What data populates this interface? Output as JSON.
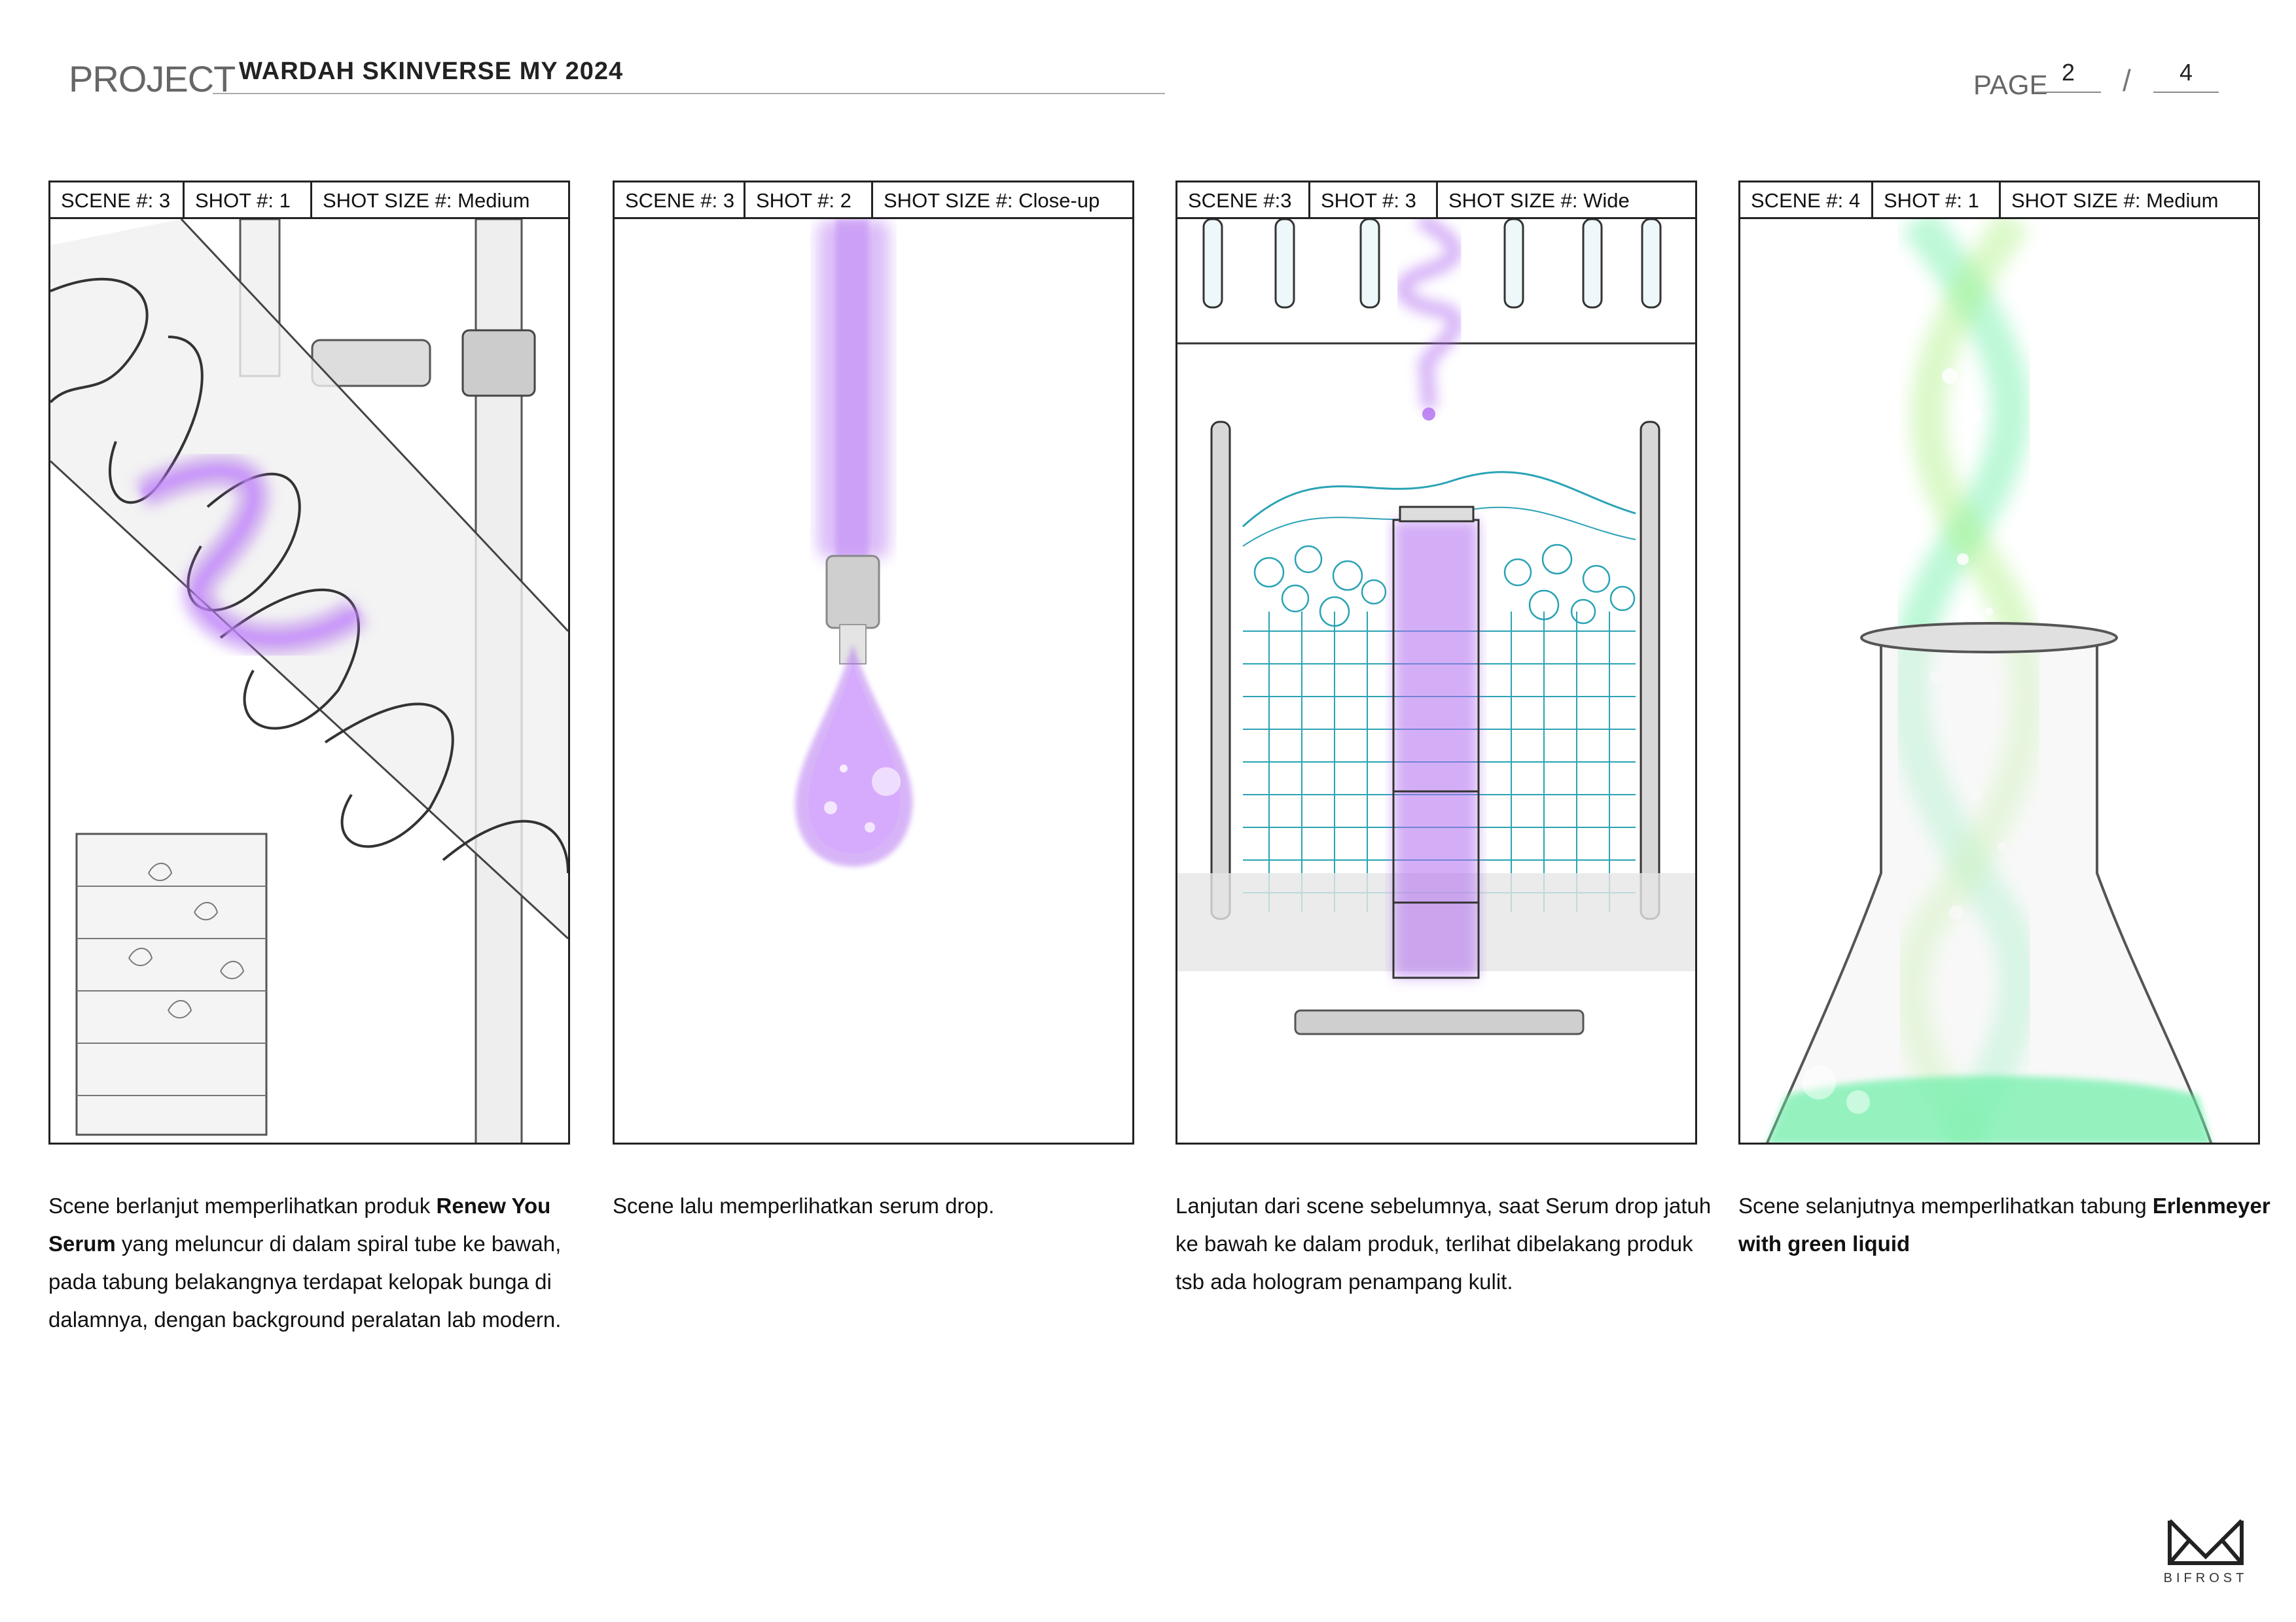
{
  "header": {
    "project_label": "PROJECT",
    "project_title": "WARDAH SKINVERSE MY 2024",
    "page_label": "PAGE",
    "page_current": "2",
    "page_separator": "/",
    "page_total": "4"
  },
  "panels": [
    {
      "scene": "SCENE #: 3",
      "shot": "SHOT #: 1",
      "shot_size": "SHOT SIZE #: Medium",
      "caption_pre": "Scene berlanjut memperlihatkan produk ",
      "caption_bold": "Renew You Serum",
      "caption_post": " yang meluncur di dalam spiral tube ke bawah, pada tabung belakangnya terdapat kelopak bunga di dalamnya, dengan background peralatan lab modern."
    },
    {
      "scene": "SCENE #: 3",
      "shot": "SHOT #: 2",
      "shot_size": "SHOT SIZE #: Close-up",
      "caption_pre": "Scene lalu memperlihatkan serum drop.",
      "caption_bold": "",
      "caption_post": ""
    },
    {
      "scene": "SCENE #:3",
      "shot": "SHOT #: 3",
      "shot_size": "SHOT SIZE #: Wide",
      "caption_pre": "Lanjutan dari scene sebelumnya, saat Serum drop jatuh ke bawah ke dalam produk, terlihat dibelakang produk tsb ada hologram penampang kulit.",
      "caption_bold": "",
      "caption_post": ""
    },
    {
      "scene": "SCENE #: 4",
      "shot": "SHOT #: 1",
      "shot_size": "SHOT SIZE #: Medium",
      "caption_pre": "Scene selanjutnya memperlihatkan tabung ",
      "caption_bold": "Erlenmeyer with green liquid",
      "caption_post": ""
    }
  ],
  "logo": {
    "icon": "bifrost-logo-icon",
    "text": "BIFROST"
  },
  "colors": {
    "serum_purple": "#b06cf0",
    "hologram_teal": "#2aa3b5",
    "liquid_green": "#6cf0a8",
    "border": "#222222"
  }
}
